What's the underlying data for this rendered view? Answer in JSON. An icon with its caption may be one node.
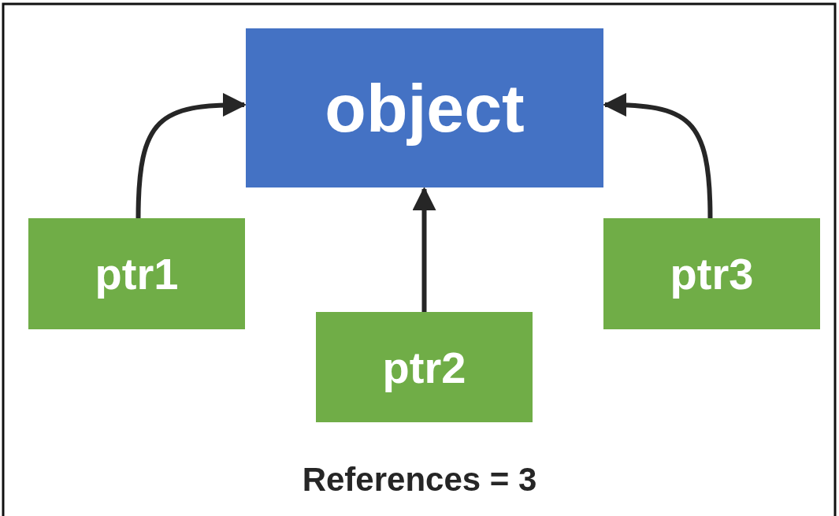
{
  "diagram": {
    "nodes": [
      {
        "text": [
          "object"
        ]
      },
      {
        "text": [
          "ptr1"
        ]
      },
      {
        "text": [
          "ptr2"
        ]
      },
      {
        "text": [
          "ptr3"
        ]
      }
    ],
    "edges": [
      {
        "from": 1,
        "to": 0,
        "arrow": "to"
      },
      {
        "from": 2,
        "to": 0,
        "arrow": "to"
      },
      {
        "from": 3,
        "to": 0,
        "arrow": "to"
      }
    ],
    "labels": [
      "References = 3"
    ]
  }
}
